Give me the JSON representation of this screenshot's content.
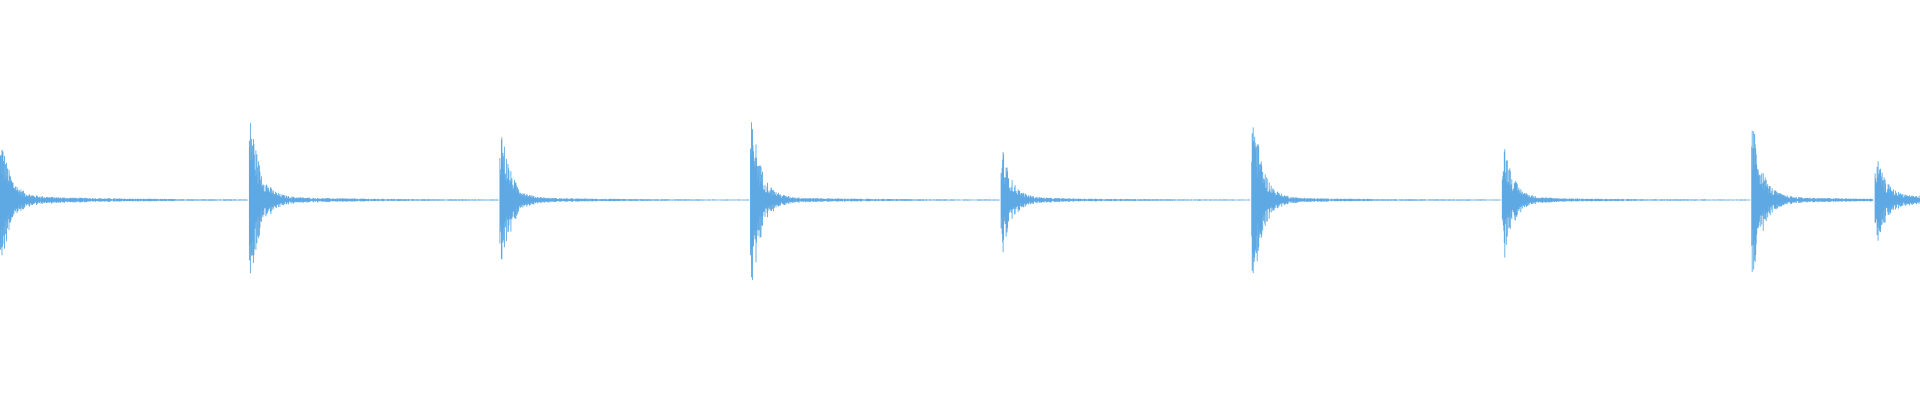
{
  "waveform": {
    "color": "#5ea9e3",
    "background": "#ffffff",
    "duration_s": 15.4,
    "hits": [
      {
        "time_s": 0.0,
        "peak": 0.6,
        "floor": 0.05
      },
      {
        "time_s": 2.0,
        "peak": 0.85,
        "floor": 0.04
      },
      {
        "time_s": 4.01,
        "peak": 0.75,
        "floor": 0.03
      },
      {
        "time_s": 6.02,
        "peak": 0.85,
        "floor": 0.035
      },
      {
        "time_s": 8.03,
        "peak": 0.5,
        "floor": 0.03
      },
      {
        "time_s": 10.04,
        "peak": 0.95,
        "floor": 0.03
      },
      {
        "time_s": 12.05,
        "peak": 0.6,
        "floor": 0.03
      },
      {
        "time_s": 14.05,
        "peak": 0.75,
        "floor": 0.04
      },
      {
        "time_s": 15.04,
        "peak": 0.4,
        "floor": 0.06
      }
    ]
  }
}
